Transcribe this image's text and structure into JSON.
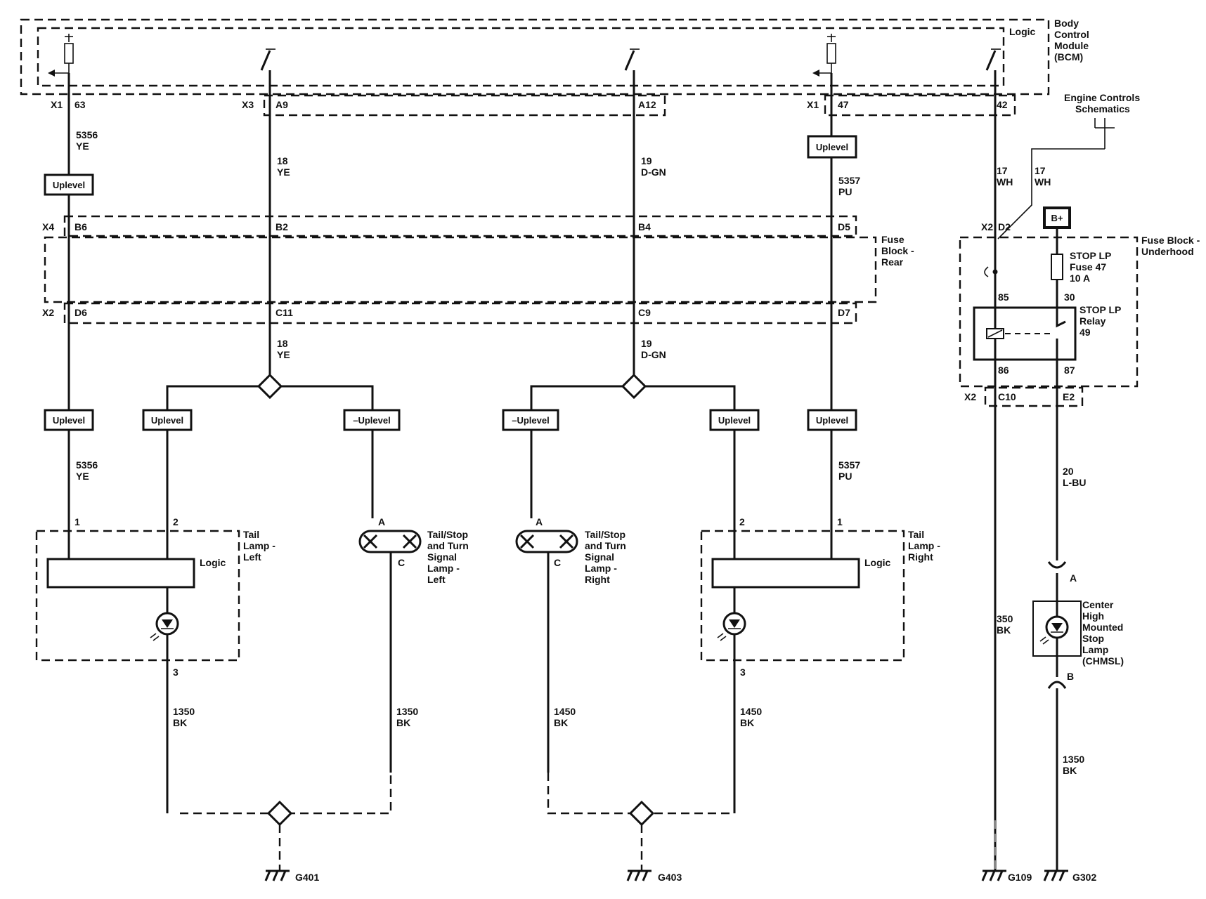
{
  "bcm": {
    "title": [
      "Body",
      "Control",
      "Module",
      "(BCM)"
    ],
    "logic": "Logic"
  },
  "engine": [
    "Engine Controls",
    "Schematics"
  ],
  "fuse_rear": [
    "Fuse",
    "Block -",
    "Rear"
  ],
  "fuse_under": [
    "Fuse Block -",
    "Underhood"
  ],
  "bplus": "B+",
  "fuse47": [
    "STOP LP",
    "Fuse 47",
    "10 A"
  ],
  "relay": [
    "STOP LP",
    "Relay",
    "49"
  ],
  "relay_pins": {
    "p85": "85",
    "p30": "30",
    "p86": "86",
    "p87": "87"
  },
  "connectors": {
    "x1": "X1",
    "x3": "X3",
    "x4": "X4",
    "x2": "X2",
    "p63": "63",
    "a9": "A9",
    "a12": "A12",
    "p47": "47",
    "p42": "42",
    "b6": "B6",
    "b2": "B2",
    "b4": "B4",
    "d5": "D5",
    "d2": "D2",
    "d6": "D6",
    "c11": "C11",
    "c9": "C9",
    "d7": "D7",
    "c10": "C10",
    "e2": "E2"
  },
  "wires": {
    "w5356a": [
      "5356",
      "YE"
    ],
    "w18a": [
      "18",
      "YE"
    ],
    "w19a": [
      "19",
      "D-GN"
    ],
    "w5357a": [
      "5357",
      "PU"
    ],
    "w17a": [
      "17",
      "WH"
    ],
    "w17b": [
      "17",
      "WH"
    ],
    "w18b": [
      "18",
      "YE"
    ],
    "w19b": [
      "19",
      "D-GN"
    ],
    "w5356b": [
      "5356",
      "YE"
    ],
    "w5357b": [
      "5357",
      "PU"
    ],
    "w20": [
      "20",
      "L-BU"
    ],
    "w350": [
      "350",
      "BK"
    ],
    "w1350a": [
      "1350",
      "BK"
    ],
    "w1350b": [
      "1350",
      "BK"
    ],
    "w1450a": [
      "1450",
      "BK"
    ],
    "w1450b": [
      "1450",
      "BK"
    ],
    "w1350c": [
      "1350",
      "BK"
    ]
  },
  "uplevel": "Uplevel",
  "neg_uplevel": "–Uplevel",
  "tail_left": {
    "title": [
      "Tail",
      "Lamp -",
      "Left"
    ],
    "logic": "Logic",
    "pin1": "1",
    "pin2": "2",
    "pin3": "3"
  },
  "tail_right": {
    "title": [
      "Tail",
      "Lamp -",
      "Right"
    ],
    "logic": "Logic",
    "pin1": "1",
    "pin2": "2",
    "pin3": "3"
  },
  "tst_left": {
    "title": [
      "Tail/Stop",
      "and Turn",
      "Signal",
      "Lamp -",
      "Left"
    ],
    "pa": "A",
    "pc": "C"
  },
  "tst_right": {
    "title": [
      "Tail/Stop",
      "and Turn",
      "Signal",
      "Lamp -",
      "Right"
    ],
    "pa": "A",
    "pc": "C"
  },
  "chmsl": {
    "title": [
      "Center",
      "High",
      "Mounted",
      "Stop",
      "Lamp",
      "(CHMSL)"
    ],
    "pa": "A",
    "pb": "B"
  },
  "grounds": {
    "g401": "G401",
    "g403": "G403",
    "g109": "G109",
    "g302": "G302"
  }
}
